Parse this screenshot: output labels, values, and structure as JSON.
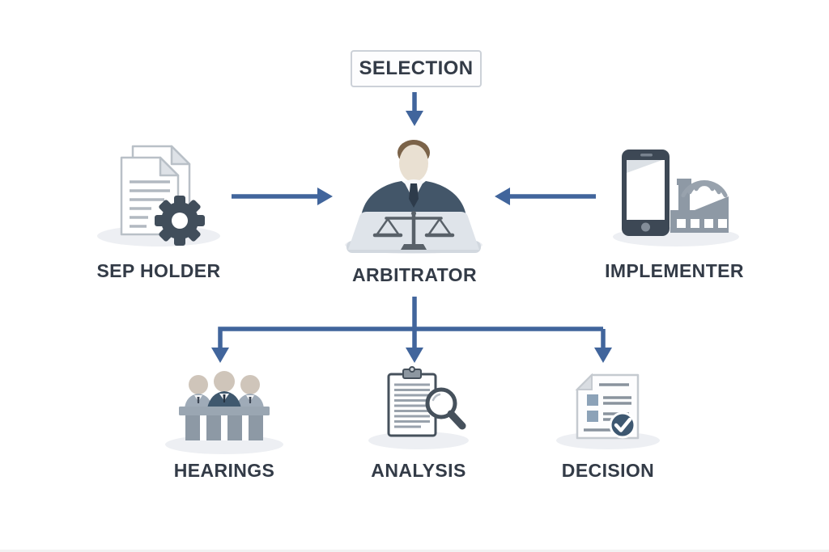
{
  "diagram": {
    "nodes": {
      "selection": {
        "label": "SELECTION"
      },
      "sep_holder": {
        "label": "SEP HOLDER",
        "icon": "documents-gear-icon"
      },
      "arbitrator": {
        "label": "ARBITRATOR",
        "icon": "judge-at-bench-scales-icon"
      },
      "implementer": {
        "label": "IMPLEMENTER",
        "icon": "smartphone-factory-wifi-icon"
      },
      "hearings": {
        "label": "HEARINGS",
        "icon": "panel-of-judges-bench-icon"
      },
      "analysis": {
        "label": "ANALYSIS",
        "icon": "clipboard-magnifier-icon"
      },
      "decision": {
        "label": "DECISION",
        "icon": "document-checkmark-icon"
      }
    },
    "connectors": [
      {
        "from": "selection",
        "to": "arbitrator",
        "direction": "down"
      },
      {
        "from": "sep_holder",
        "to": "arbitrator",
        "direction": "right"
      },
      {
        "from": "implementer",
        "to": "arbitrator",
        "direction": "left"
      },
      {
        "from": "arbitrator",
        "to": "hearings",
        "direction": "down"
      },
      {
        "from": "arbitrator",
        "to": "analysis",
        "direction": "down"
      },
      {
        "from": "arbitrator",
        "to": "decision",
        "direction": "down"
      }
    ],
    "colors": {
      "arrow": "#41659C",
      "label_text": "#333B47",
      "icon_dark": "#414E5B",
      "icon_gray": "#8E99A5",
      "suit_navy": "#435669",
      "shadow": "#EDEFF3"
    }
  }
}
